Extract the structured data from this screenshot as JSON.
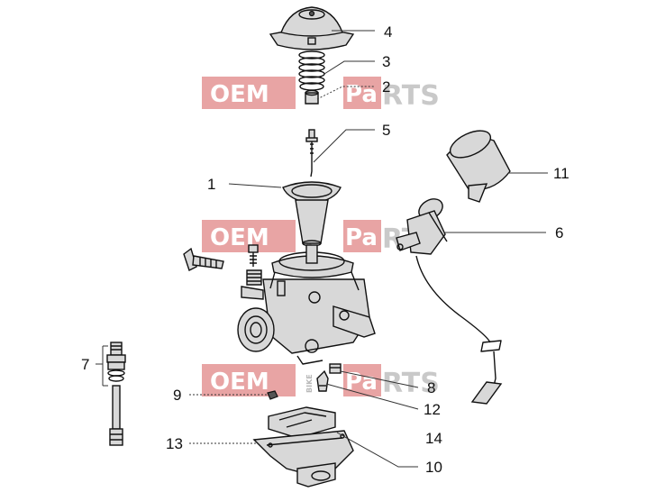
{
  "watermark": {
    "brand_left": "OEM",
    "brand_right_a": "Pa",
    "brand_right_b": "RTS",
    "side_text": "BIKE"
  },
  "callouts": [
    {
      "id": "c1",
      "label": "1"
    },
    {
      "id": "c2",
      "label": "2"
    },
    {
      "id": "c3",
      "label": "3"
    },
    {
      "id": "c4",
      "label": "4"
    },
    {
      "id": "c5",
      "label": "5"
    },
    {
      "id": "c6",
      "label": "6"
    },
    {
      "id": "c7",
      "label": "7"
    },
    {
      "id": "c8",
      "label": "8"
    },
    {
      "id": "c9",
      "label": "9"
    },
    {
      "id": "c10",
      "label": "10"
    },
    {
      "id": "c11",
      "label": "11"
    },
    {
      "id": "c12",
      "label": "12"
    },
    {
      "id": "c13",
      "label": "13"
    },
    {
      "id": "c14",
      "label": "14"
    }
  ],
  "colors": {
    "watermark_box": "#e8a4a4",
    "watermark_gray": "#c9c9c9",
    "line": "#111111"
  }
}
